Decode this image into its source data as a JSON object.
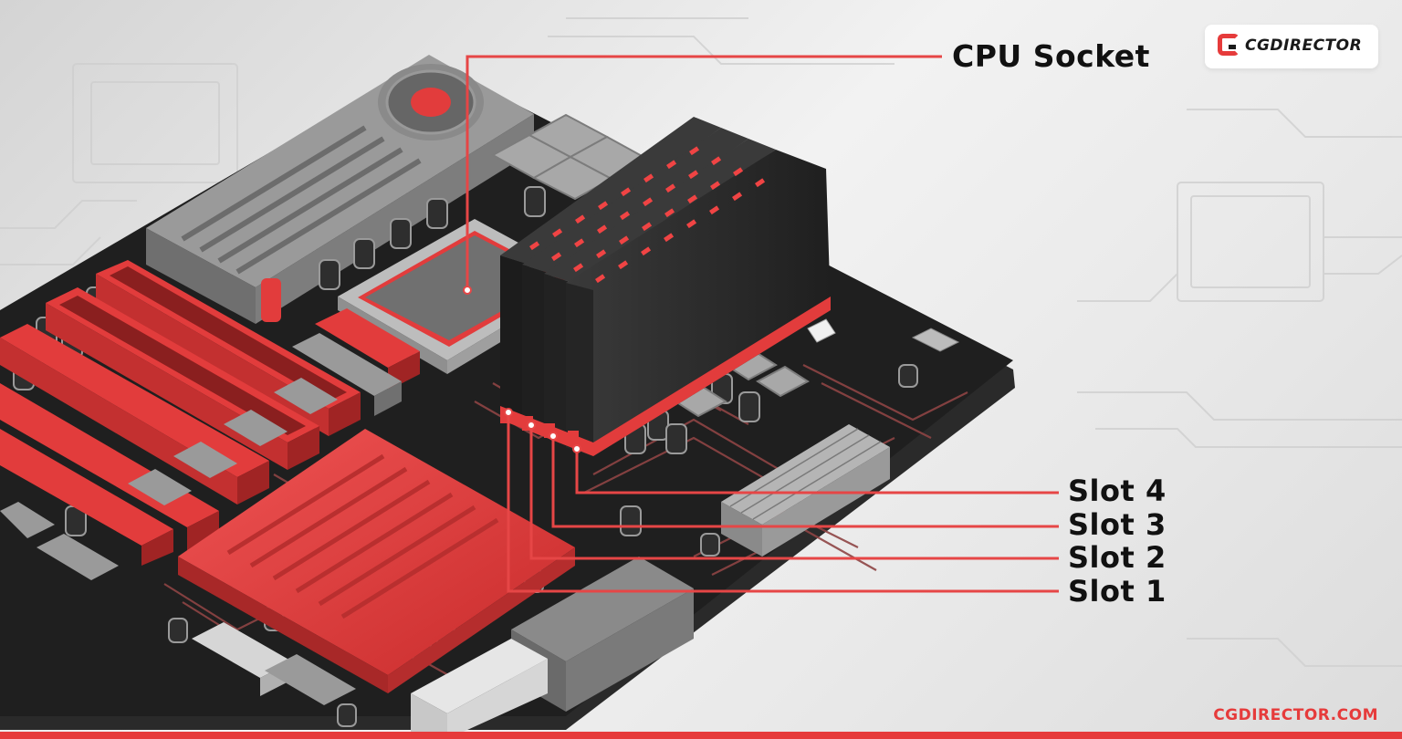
{
  "labels": {
    "cpu_socket": "CPU Socket",
    "slot4": "Slot 4",
    "slot3": "Slot 3",
    "slot2": "Slot 2",
    "slot1": "Slot 1"
  },
  "brand": {
    "logo_text": "CGDIRECTOR",
    "url": "CGDIRECTOR.COM"
  },
  "colors": {
    "accent": "#e63b3b",
    "board": "#222222",
    "ram": "#2b2b2b",
    "heatsink_red": "#e23c3c",
    "metal_gray": "#8a8a8a",
    "callout_line": "#e64646"
  }
}
